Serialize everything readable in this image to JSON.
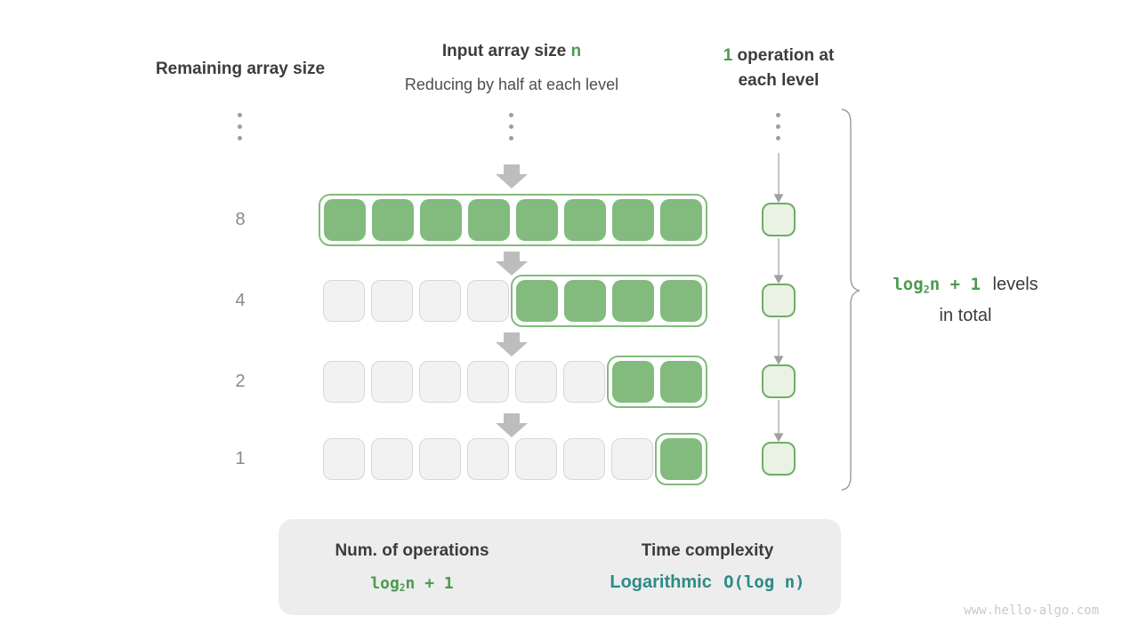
{
  "page": {
    "watermark": "www.hello-algo.com"
  },
  "colors": {
    "green_fill": "#82bb7d",
    "green_border": "#6fae63",
    "green_text": "#4c9b50",
    "light_green_fill": "#e9f2e5",
    "gray_cell_fill": "#f2f2f2",
    "gray_cell_border": "#d7d7d7",
    "dark_text": "#3c3c3c",
    "label_gray": "#8a8a8a",
    "arrow_gray": "#bdbdbd",
    "teal_text": "#2e8b85",
    "box_fill": "#ededed"
  },
  "headers": {
    "left_title": "Remaining array size",
    "mid_title_prefix": "Input array size ",
    "mid_title_green": "n",
    "mid_subtitle": "Reducing by half at each level",
    "right_green": "1",
    "right_line1_rest": " operation at",
    "right_line2": "each level"
  },
  "diagram": {
    "rows": [
      {
        "label": "8",
        "gray": 0,
        "green": 8
      },
      {
        "label": "4",
        "gray": 4,
        "green": 4
      },
      {
        "label": "2",
        "gray": 6,
        "green": 2
      },
      {
        "label": "1",
        "gray": 7,
        "green": 1
      }
    ],
    "operation_levels": 4
  },
  "brace": {
    "formula_prefix": "log",
    "formula_sub": "2",
    "formula_suffix": "n + 1",
    "label_line1": "levels",
    "label_line2": "in total"
  },
  "summary": {
    "left_title": "Num. of operations",
    "left_formula_prefix": "log",
    "left_formula_sub": "2",
    "left_formula_suffix": "n + 1",
    "right_title": "Time complexity",
    "right_value_word": "Logarithmic",
    "right_value_bigo": "O(log n)"
  }
}
